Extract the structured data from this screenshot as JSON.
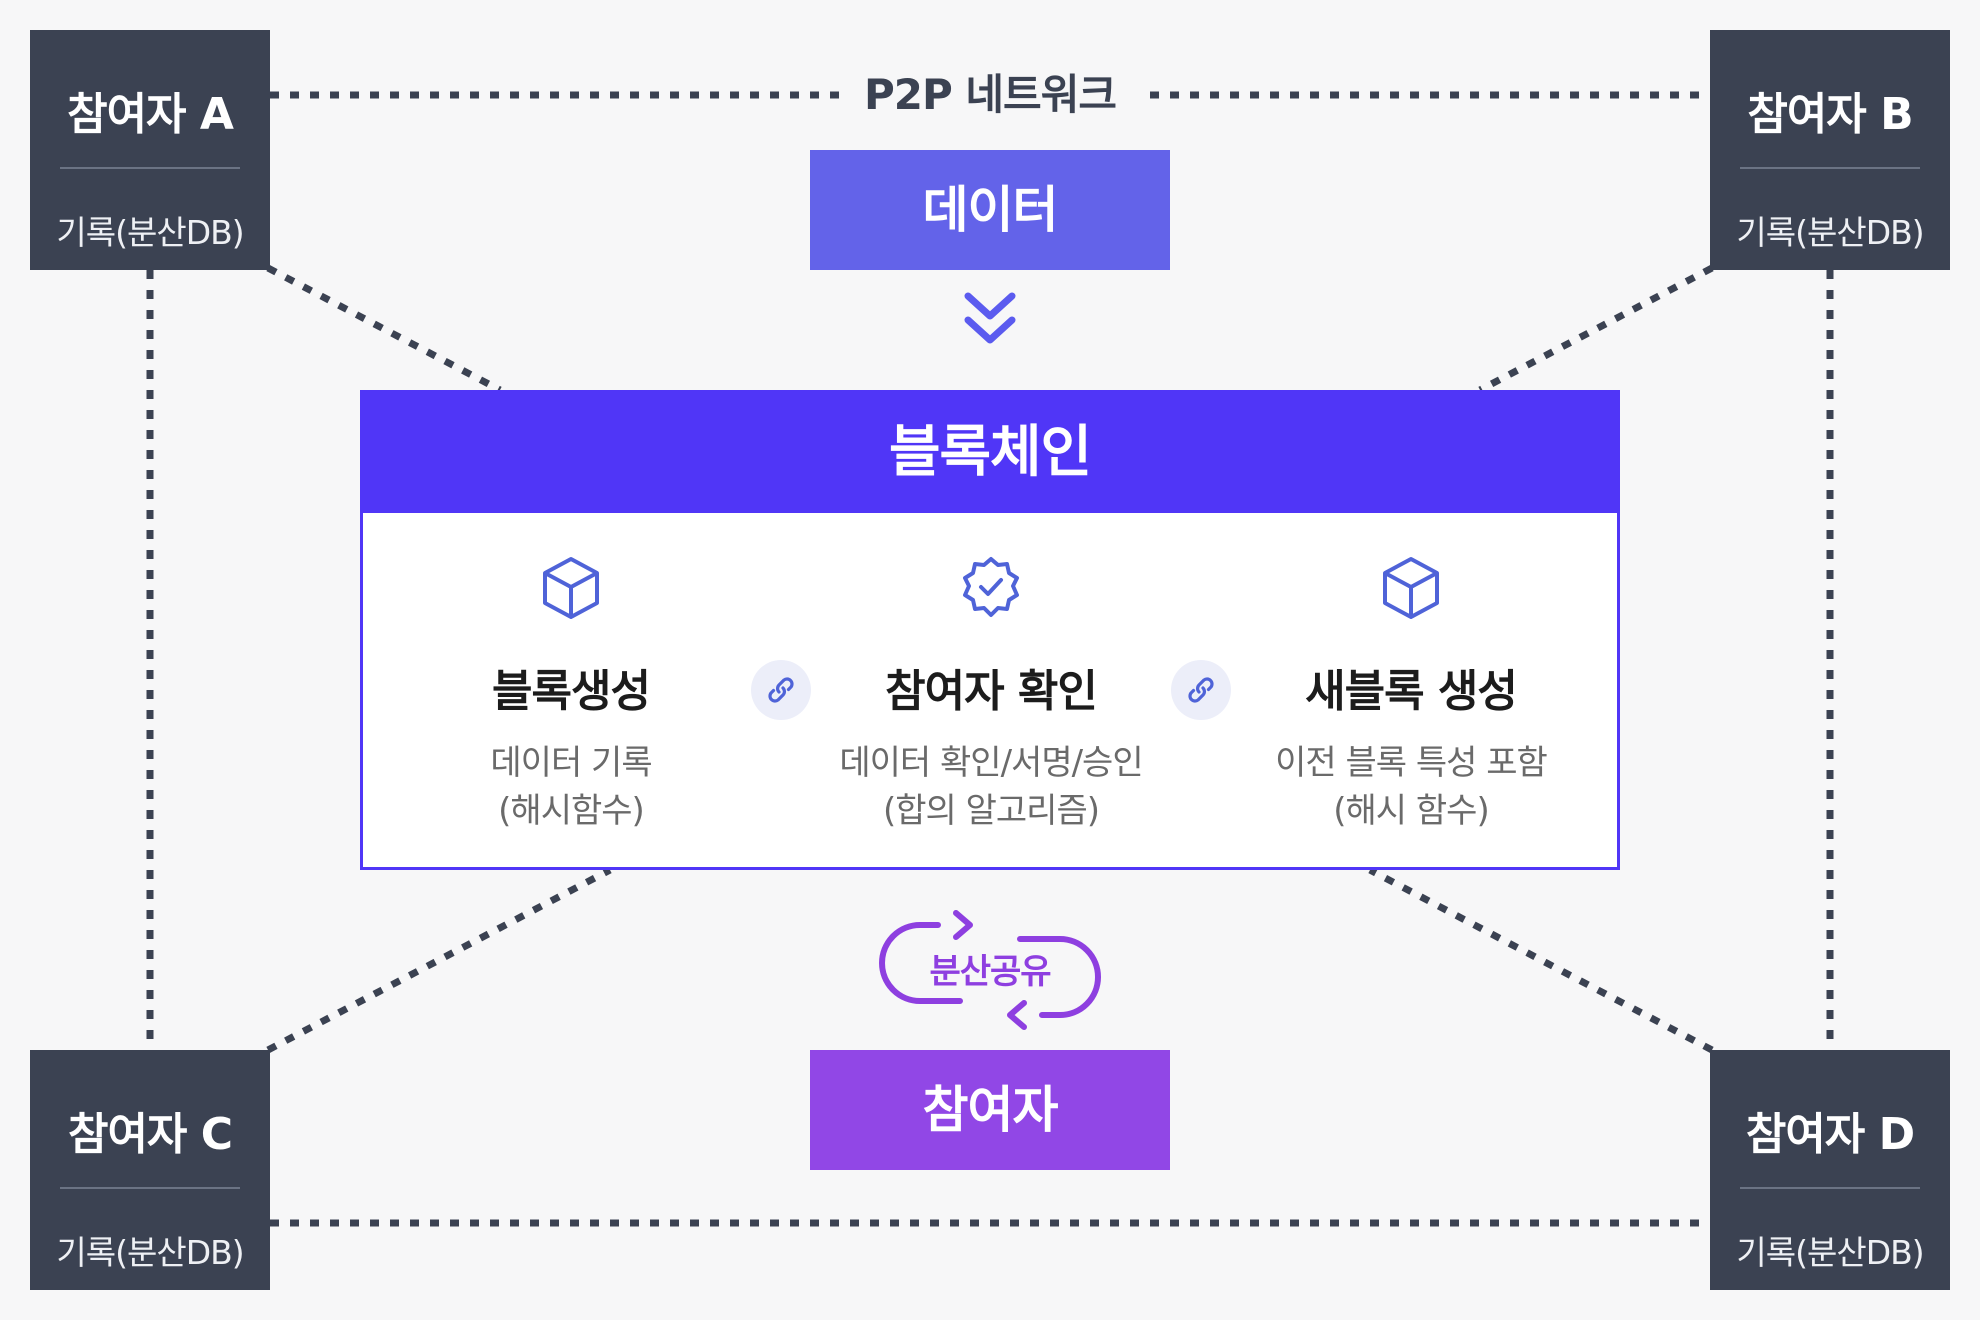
{
  "network": {
    "label": "P2P 네트워크"
  },
  "participants": [
    {
      "name": "참여자 A",
      "record": "기록(분산DB)"
    },
    {
      "name": "참여자 B",
      "record": "기록(분산DB)"
    },
    {
      "name": "참여자 C",
      "record": "기록(분산DB)"
    },
    {
      "name": "참여자 D",
      "record": "기록(분산DB)"
    }
  ],
  "data_box": {
    "label": "데이터"
  },
  "blockchain": {
    "title": "블록체인",
    "steps": [
      {
        "title": "블록생성",
        "desc_line1": "데이터 기록",
        "desc_line2": "(해시함수)",
        "icon": "cube-icon"
      },
      {
        "title": "참여자 확인",
        "desc_line1": "데이터 확인/서명/승인",
        "desc_line2": "(합의 알고리즘)",
        "icon": "verified-badge-icon"
      },
      {
        "title": "새블록 생성",
        "desc_line1": "이전 블록 특성 포함",
        "desc_line2": "(해시 함수)",
        "icon": "cube-icon"
      }
    ]
  },
  "share": {
    "label": "분산공유"
  },
  "participant_box": {
    "label": "참여자"
  },
  "colors": {
    "participant_bg": "#3b4252",
    "data_box": "#6363e9",
    "blockchain": "#5036f7",
    "participant_box": "#9147e6",
    "share": "#8e3fe0",
    "icon": "#4f63d8"
  }
}
